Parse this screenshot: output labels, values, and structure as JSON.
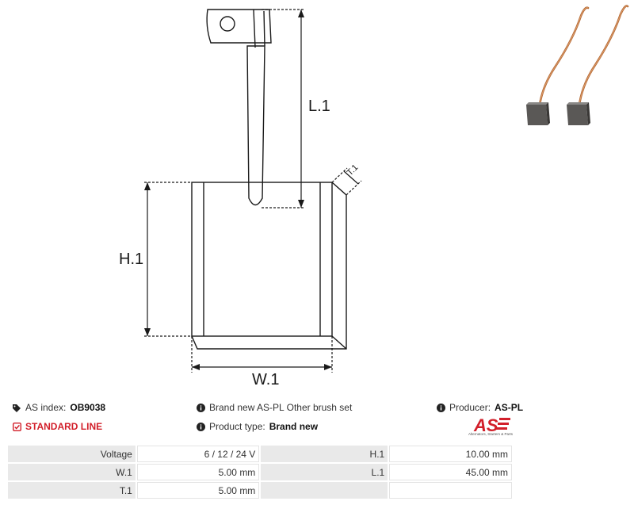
{
  "drawing_labels": {
    "l1": "L.1",
    "h1": "H.1",
    "w1": "W.1",
    "t1": "T.1"
  },
  "info": {
    "index_label": "AS index:",
    "index_value": "OB9038",
    "description": "Brand new AS-PL Other brush set",
    "producer_label": "Producer:",
    "producer_value": "AS-PL",
    "line": "STANDARD LINE",
    "product_type_label": "Product type:",
    "product_type_value": "Brand new"
  },
  "logo": {
    "text": "AS",
    "tagline": "Alternators, Starters & Parts"
  },
  "icons": {
    "index": "tag-icon",
    "info": "info-icon",
    "line": "check-square-icon"
  },
  "colors": {
    "accent": "#d21f2a",
    "copper": "#b46a35"
  },
  "specs": [
    {
      "k1": "Voltage",
      "v1": "6 / 12 / 24 V",
      "k2": "H.1",
      "v2": "10.00 mm"
    },
    {
      "k1": "W.1",
      "v1": "5.00 mm",
      "k2": "L.1",
      "v2": "45.00 mm"
    },
    {
      "k1": "T.1",
      "v1": "5.00 mm",
      "k2": "",
      "v2": ""
    }
  ]
}
